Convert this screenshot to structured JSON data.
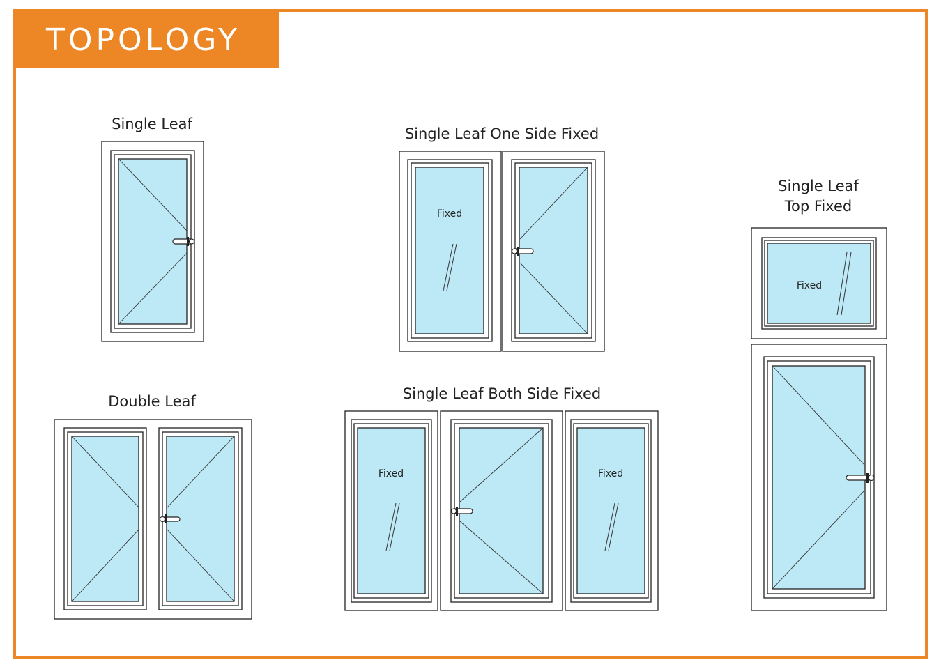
{
  "header": {
    "title": "TOPOLOGY"
  },
  "colors": {
    "accent": "#ED8624",
    "glass": "#BDE9F6",
    "line": "#222222"
  },
  "diagrams": [
    {
      "id": "single-leaf",
      "title": "Single Leaf",
      "panels": [
        "leaf"
      ]
    },
    {
      "id": "double-leaf",
      "title": "Double Leaf",
      "panels": [
        "leaf",
        "leaf"
      ]
    },
    {
      "id": "single-leaf-one-side-fixed",
      "title": "Single Leaf One Side Fixed",
      "panels": [
        "fixed",
        "leaf"
      ]
    },
    {
      "id": "single-leaf-both-side-fixed",
      "title": "Single Leaf Both Side Fixed",
      "panels": [
        "fixed",
        "leaf",
        "fixed"
      ]
    },
    {
      "id": "single-leaf-top-fixed",
      "title_line1": "Single Leaf",
      "title_line2": "Top Fixed",
      "panels": [
        "fixed-top",
        "leaf"
      ]
    }
  ],
  "fixed_label": "Fixed"
}
